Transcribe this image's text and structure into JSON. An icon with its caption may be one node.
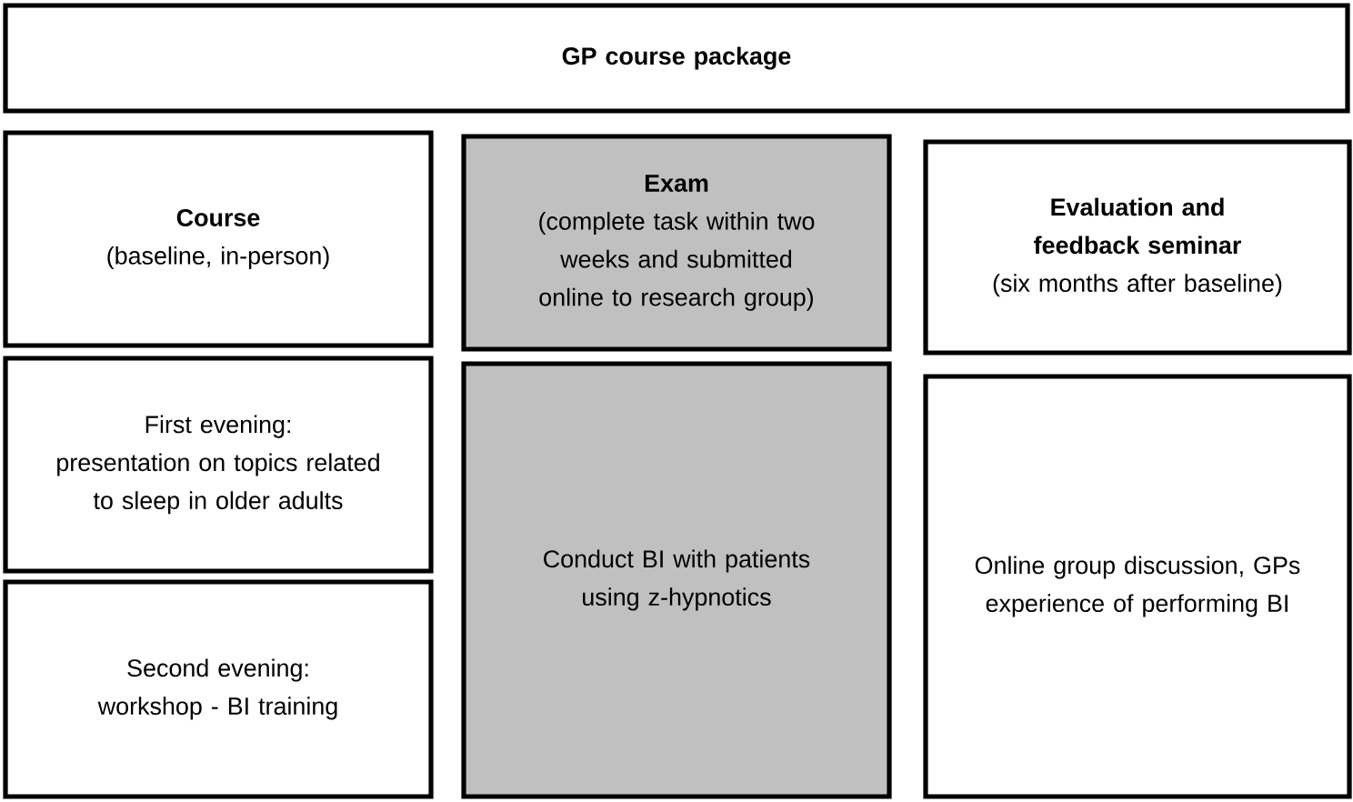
{
  "diagram": {
    "nodes": [
      {
        "text": [
          "GP course package"
        ]
      },
      {
        "text": [
          "Course",
          "(baseline, in-person)"
        ]
      },
      {
        "text": [
          "Exam",
          "(complete task within two weeks and submitted online to research group)"
        ]
      },
      {
        "text": [
          "Evaluation and feedback seminar",
          "(six months after baseline)"
        ]
      },
      {
        "text": [
          "First evening:",
          "presentation on topics related to sleep in older adults"
        ]
      },
      {
        "text": [
          "Second evening:",
          "workshop - BI training"
        ]
      },
      {
        "text": [
          "Conduct BI with patients using z-hypnotics"
        ]
      },
      {
        "text": [
          "Online group discussion, GPs experience of performing BI"
        ]
      }
    ]
  }
}
